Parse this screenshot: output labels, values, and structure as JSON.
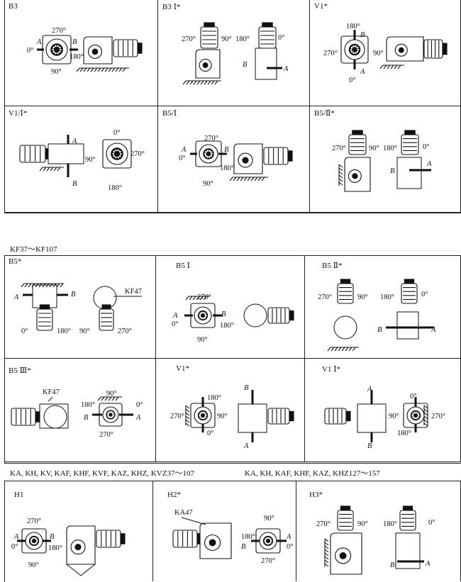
{
  "section1": {
    "cells": [
      {
        "label": "B3",
        "marks": [
          "270°",
          "0°",
          "A",
          "B",
          "180°",
          "90°"
        ]
      },
      {
        "label": "B3 Ⅰ*",
        "marks": [
          "270°",
          "90°",
          "180°",
          "0°",
          "B",
          "A"
        ]
      },
      {
        "label": "V1*",
        "marks": [
          "180°",
          "B",
          "270°",
          "90°",
          "A",
          "0°"
        ]
      },
      {
        "label": "V1/Ⅰ*",
        "marks": [
          "A",
          "0°",
          "90°",
          "270°",
          "B",
          "180°"
        ]
      },
      {
        "label": "B5/Ⅰ",
        "marks": [
          "270°",
          "A",
          "0°",
          "B",
          "180°",
          "90°"
        ]
      },
      {
        "label": "B5/Ⅱ*",
        "marks": [
          "270°",
          "90°",
          "180°",
          "0°",
          "B",
          "A"
        ]
      }
    ]
  },
  "section2": {
    "header": "KF37～KF107",
    "cells": [
      {
        "label": "B5*",
        "marks": [
          "A",
          "B",
          "KF47",
          "0°",
          "180°",
          "90°",
          "270°"
        ]
      },
      {
        "label": "B5 Ⅰ",
        "marks": [
          "270°",
          "A",
          "0°",
          "B",
          "180°",
          "90°"
        ]
      },
      {
        "label": "B5 Ⅱ*",
        "marks": [
          "270°",
          "90°",
          "180°",
          "0°",
          "B",
          "A"
        ]
      },
      {
        "label": "B5 Ⅲ*",
        "marks": [
          "KF47",
          "180°",
          "B",
          "90°",
          "0°",
          "A",
          "270°"
        ]
      },
      {
        "label": "V1*",
        "marks": [
          "180°",
          "270°",
          "90°",
          "0°",
          "B",
          "A"
        ]
      },
      {
        "label": "V1 Ⅰ*",
        "marks": [
          "A",
          "0°",
          "90°",
          "270°",
          "B",
          "180°"
        ]
      }
    ]
  },
  "section3": {
    "header_left": "KA, KH, KV, KAF, KHF, KVF, KAZ, KHZ, KVZ37～107",
    "header_right": "KA, KH, KAF, KHF, KAZ, KHZ127～157",
    "cells": [
      {
        "label": "H1",
        "marks": [
          "270°",
          "A",
          "0°",
          "B",
          "180°",
          "90°"
        ]
      },
      {
        "label": "H2*",
        "marks": [
          "KA47",
          "90°",
          "180°",
          "B",
          "A",
          "0°",
          "270°"
        ]
      },
      {
        "label": "H3*",
        "marks": [
          "270°",
          "90°",
          "180°",
          "0°",
          "B",
          "A"
        ]
      }
    ]
  }
}
